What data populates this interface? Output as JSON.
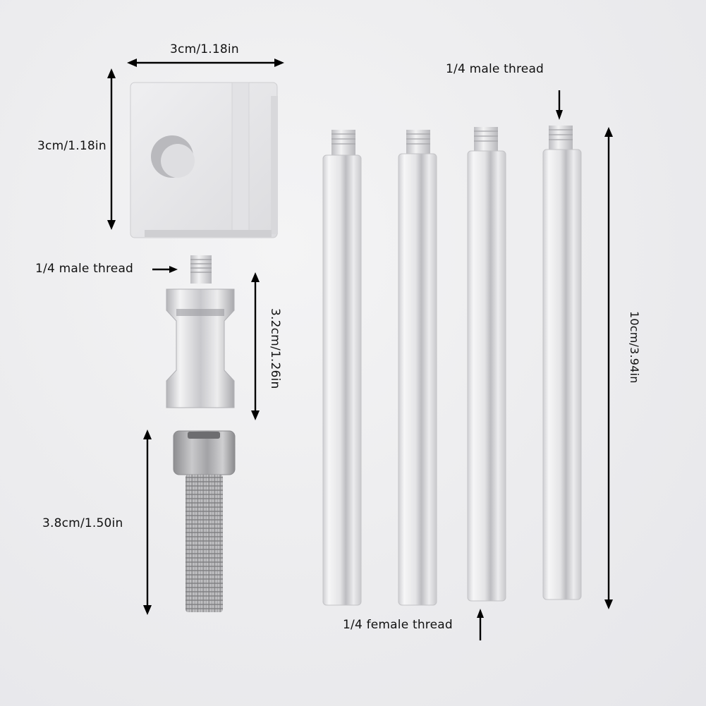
{
  "diagram": {
    "type": "product-dimension-diagram",
    "background_color": "#ececee",
    "arrow_color": "#000000",
    "parts": [
      {
        "id": "clamp-block",
        "name": "Aluminum clamp block",
        "dimensions": {
          "width_label": "3cm/1.18in",
          "height_label": "3cm/1.18in"
        }
      },
      {
        "id": "spigot-adapter",
        "name": "Spigot adapter",
        "thread_label": "1/4 male thread",
        "dimensions": {
          "height_label": "3.2cm/1.26in"
        }
      },
      {
        "id": "hex-bolt",
        "name": "Hex socket bolt",
        "dimensions": {
          "height_label": "3.8cm/1.50in"
        }
      },
      {
        "id": "extension-rods",
        "name": "Extension rods",
        "count": 4,
        "top_thread_label": "1/4 male thread",
        "bottom_thread_label": "1/4 female thread",
        "dimensions": {
          "length_label": "10cm/3.94in"
        }
      }
    ]
  },
  "labels": {
    "clamp_width": "3cm/1.18in",
    "clamp_height": "3cm/1.18in",
    "spigot_thread": "1/4 male thread",
    "spigot_height": "3.2cm/1.26in",
    "bolt_height": "3.8cm/1.50in",
    "rod_top_thread": "1/4 male thread",
    "rod_bottom_thread": "1/4 female thread",
    "rod_length": "10cm/3.94in"
  }
}
